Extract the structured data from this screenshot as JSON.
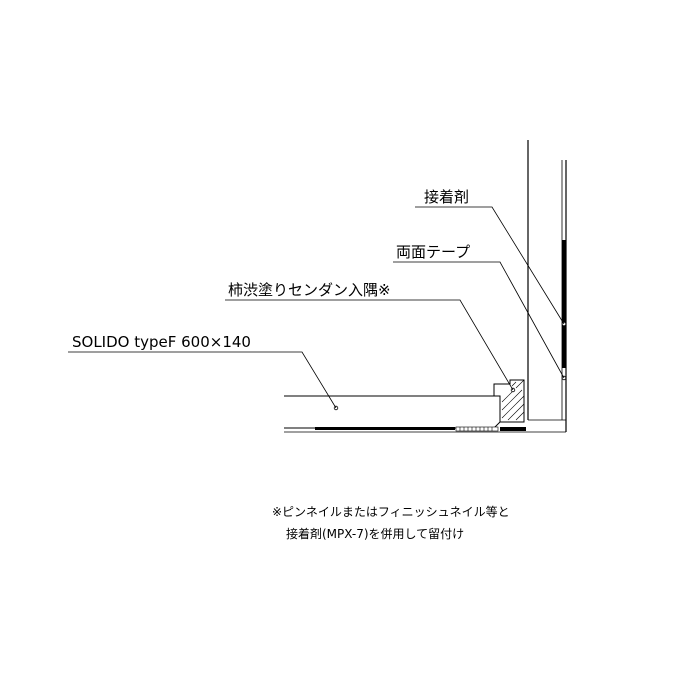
{
  "labels": {
    "adhesive": "接着剤",
    "double_tape": "両面テープ",
    "inside_corner": "柿渋塗りセンダン入隅※",
    "solido": "SOLIDO typeF 600×140"
  },
  "note": {
    "line1": "※ピンネイルまたはフィニッシュネイル等と",
    "line2": "接着剤(MPX-7)を併用して留付け"
  }
}
